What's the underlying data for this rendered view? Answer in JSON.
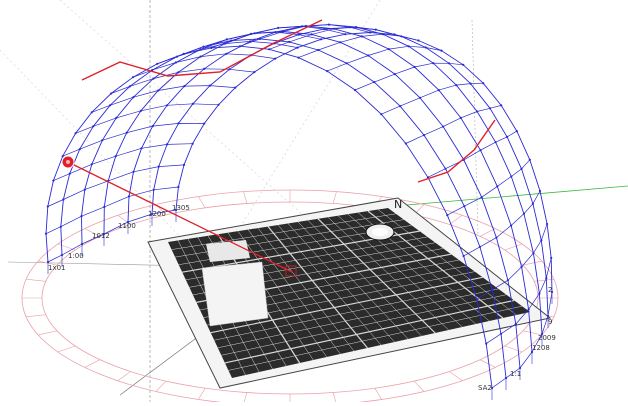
{
  "colors": {
    "background": "#ffffff",
    "sunpath_grid": "#2a2ad4",
    "sunpath_highlight": "#e0202a",
    "ground_compass": "#e8a0a8",
    "sun_marker": "#e0202a",
    "sun_ray": "#e0202a",
    "city_block": "#2b2b2b",
    "ground_plate": "#f4f4f4",
    "axis_vertical": "#a8a8a8",
    "axis_green": "#38b838",
    "dashed_guides": "#c9a8c8"
  },
  "compass": {
    "north_label": "N"
  },
  "labels": {
    "l_1x01": "1x01",
    "l_1900": "1:00",
    "l_1012": "1012",
    "l_1100": "1100",
    "l_1200": "1200",
    "l_1305": "1305",
    "l_2": "2",
    "l_9": "9",
    "l_2009": "2009",
    "l_1208": "1208",
    "l_1t1": "1:1",
    "l_sa2": "SA2"
  }
}
